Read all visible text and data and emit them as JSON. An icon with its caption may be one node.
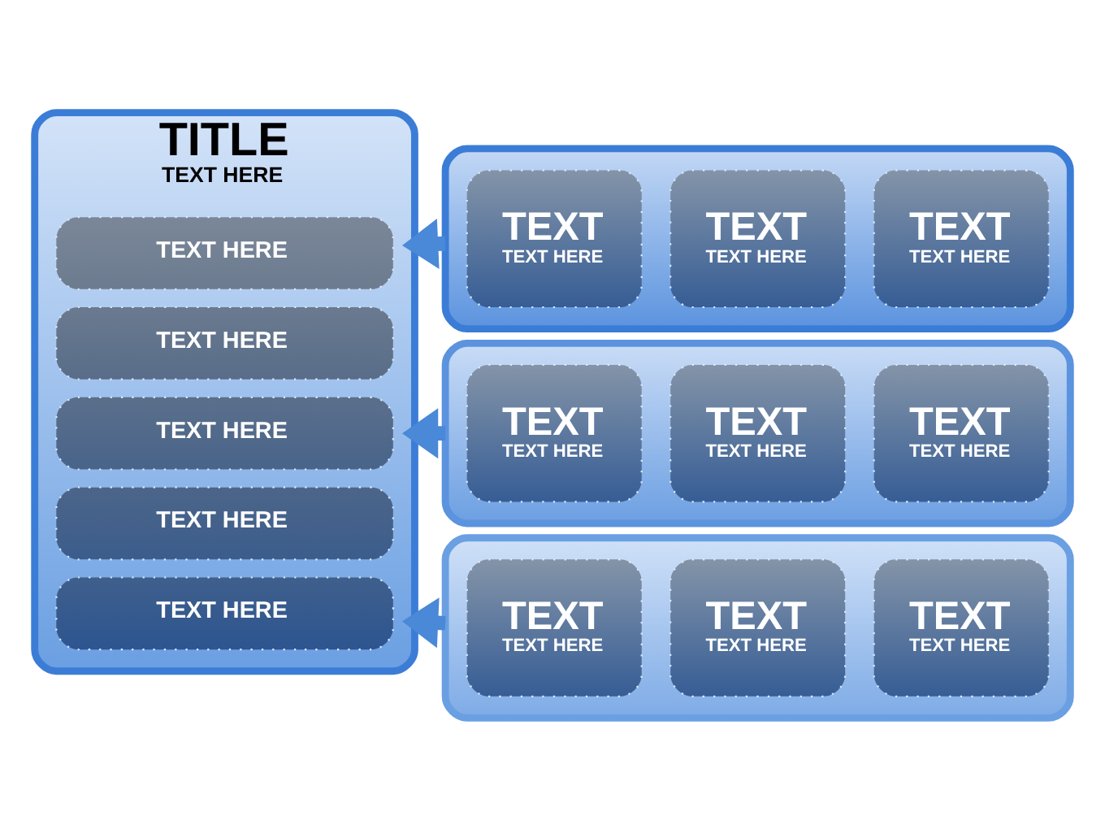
{
  "diagram": {
    "nodes": [
      {
        "text": [
          "TITLE",
          "TEXT HERE"
        ]
      },
      {
        "text": [
          "TEXT HERE"
        ],
        "in": 0
      },
      {
        "text": [
          "TEXT HERE"
        ],
        "in": 0
      },
      {
        "text": [
          "TEXT HERE"
        ],
        "in": 0
      },
      {
        "text": [
          "TEXT HERE"
        ],
        "in": 0
      },
      {
        "text": [
          "TEXT HERE"
        ],
        "in": 0
      },
      {
        "text": [],
        "shape": "box"
      },
      {
        "text": [
          "TEXT",
          "TEXT HERE"
        ],
        "in": 6
      },
      {
        "text": [
          "TEXT",
          "TEXT HERE"
        ],
        "in": 6
      },
      {
        "text": [
          "TEXT",
          "TEXT HERE"
        ],
        "in": 6
      },
      {
        "text": [],
        "shape": "box"
      },
      {
        "text": [
          "TEXT",
          "TEXT HERE"
        ],
        "in": 10
      },
      {
        "text": [
          "TEXT",
          "TEXT HERE"
        ],
        "in": 10
      },
      {
        "text": [
          "TEXT",
          "TEXT HERE"
        ],
        "in": 10
      },
      {
        "text": [],
        "shape": "box"
      },
      {
        "text": [
          "TEXT",
          "TEXT HERE"
        ],
        "in": 14
      },
      {
        "text": [
          "TEXT",
          "TEXT HERE"
        ],
        "in": 14
      },
      {
        "text": [
          "TEXT",
          "TEXT HERE"
        ],
        "in": 14
      }
    ],
    "edges": [
      {
        "from": 6,
        "to": 0,
        "arrow": "to"
      },
      {
        "from": 10,
        "to": 0,
        "arrow": "to"
      },
      {
        "from": 14,
        "to": 0,
        "arrow": "to"
      }
    ]
  }
}
